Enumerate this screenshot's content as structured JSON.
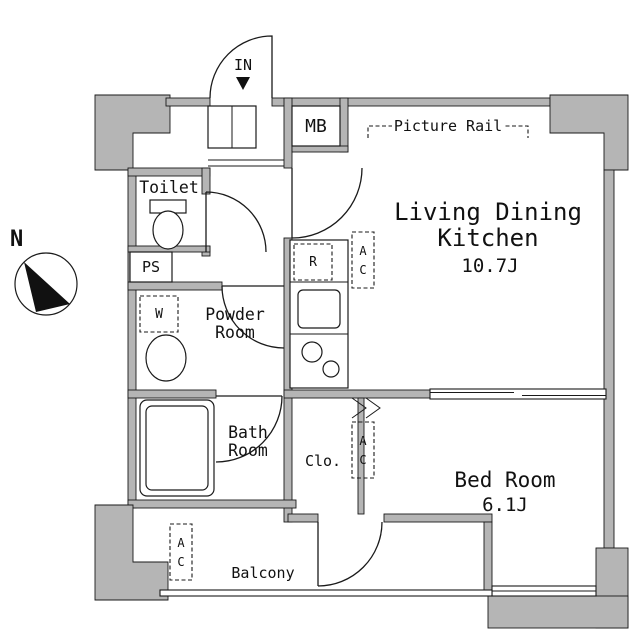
{
  "plan": {
    "compass": {
      "north_label": "N"
    },
    "entrance": {
      "label": "IN"
    },
    "picture_rail": {
      "label": "Picture Rail"
    },
    "rooms": {
      "ldk": {
        "name_line1": "Living Dining",
        "name_line2": "Kitchen",
        "area": "10.7J"
      },
      "bedroom": {
        "name": "Bed Room",
        "area": "6.1J"
      },
      "toilet": {
        "name": "Toilet"
      },
      "powder_room": {
        "name_line1": "Powder",
        "name_line2": "Room"
      },
      "bath_room": {
        "name_line1": "Bath",
        "name_line2": "Room"
      },
      "closet": {
        "name": "Clo."
      },
      "balcony": {
        "name": "Balcony"
      }
    },
    "equipment": {
      "meter_box": "MB",
      "pipe_space": "PS",
      "washer": "W",
      "refrigerator": "R",
      "ac_letters": [
        "A",
        "C"
      ]
    },
    "colors": {
      "wall_fill": "#b5b5b5",
      "line": "#1a1a1a",
      "background": "#ffffff"
    }
  }
}
